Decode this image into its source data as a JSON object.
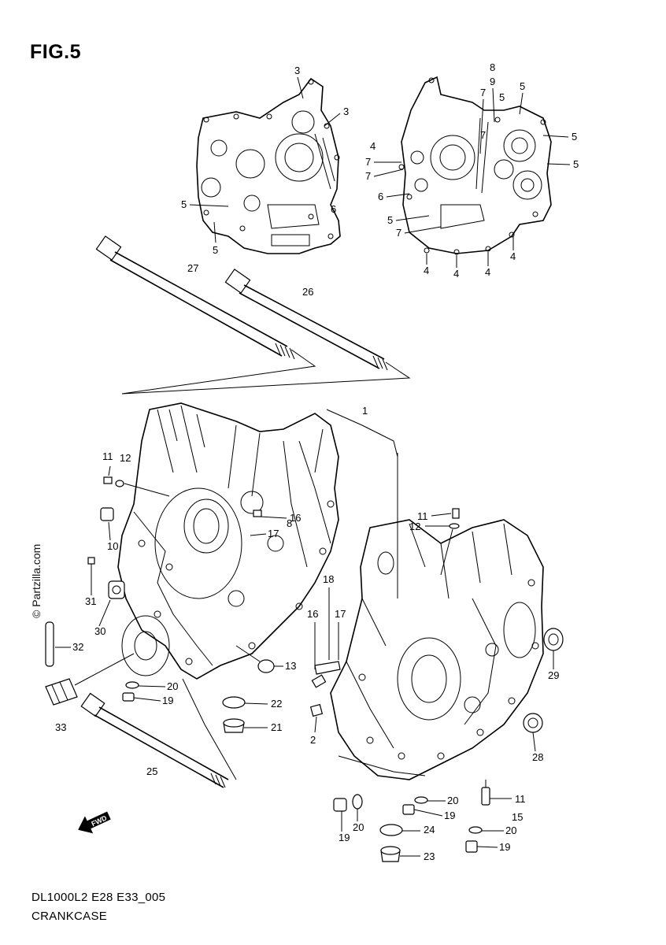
{
  "figure": {
    "title": "FIG.5",
    "code": "DL1000L2 E28 E33_005",
    "name": "CRANKCASE",
    "watermark": "© Partzilla.com",
    "direction_label": "FWD"
  },
  "callouts": {
    "top_left_case": [
      "3",
      "3",
      "5",
      "5",
      "6"
    ],
    "top_right_case": [
      "8",
      "9",
      "5",
      "5",
      "5",
      "5",
      "7",
      "7",
      "7",
      "7",
      "6",
      "5",
      "7",
      "4",
      "4",
      "4",
      "4",
      "4"
    ],
    "bolts": [
      "27",
      "26"
    ],
    "left_case": [
      "11",
      "12",
      "10",
      "16",
      "8",
      "17",
      "31",
      "30",
      "32",
      "33",
      "20",
      "19",
      "13",
      "22",
      "21",
      "25"
    ],
    "right_case": [
      "1",
      "11",
      "12",
      "18",
      "16",
      "17",
      "29",
      "2",
      "28",
      "20",
      "19",
      "24",
      "23",
      "20",
      "19",
      "11",
      "15",
      "20",
      "19"
    ]
  }
}
